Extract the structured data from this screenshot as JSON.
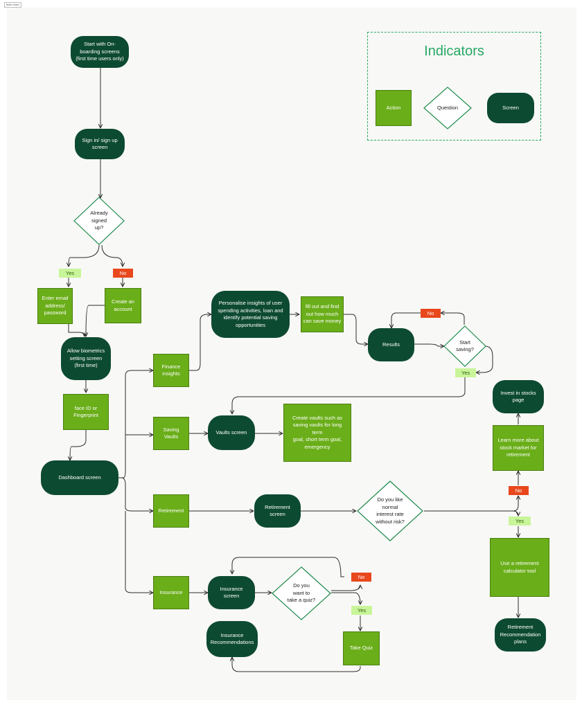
{
  "frame_label": "Main chart",
  "legend": {
    "title": "Indicators",
    "action": "Action",
    "question": "Question",
    "screen": "Screen"
  },
  "nodes": {
    "onboarding": "Start with On-\nboarding screens\n(first time users only)",
    "signin": "Sign in/ sign up\nscreen",
    "already_signed_up": "Already\nsigned\nup?",
    "yes_1": "Yes",
    "no_1": "No",
    "enter_email": "Enter email\naddress/\npassword",
    "create_account": "Create an\naccount",
    "biometrics": "Allow biometrics\nsetting screen\n(first time)",
    "face_id": "face ID or\nFingerprint",
    "dashboard": "Dashboard screen",
    "finance_insights": "Finance\ninsights",
    "personalise": "Personalise insights of user\nspending activities, loan and\nidentify potential saving\nopportunities",
    "fill_out": "fill out and find\nout how much\ncan save money",
    "results": "Results",
    "start_saving": "Start\nsaving?",
    "no_2": "No",
    "yes_2": "Yes",
    "saving_vaults": "Saving\nVaults",
    "vaults_screen": "Vaults screen",
    "create_vaults": "Create vaults such as\nsaving vaults for long term\ngoal, short term goal,\nemergency",
    "invest_stocks": "Invest in stocks\npage",
    "learn_more": "Learn more about\nstock market for\nretirement",
    "retirement": "Retirement",
    "retirement_screen": "Retirement\nscreen",
    "normal_interest": "Do you like\nnormal\ninterest rate\nwithout risk?",
    "no_3": "No",
    "yes_3": "Yes",
    "retirement_calculator": "Use a retirement\ncalculator tool",
    "retirement_plans": "Retirement\nRecommendation\nplans",
    "insurance": "Insurance",
    "insurance_screen": "Insurance screen",
    "take_quiz_q": "Do you\nwant to\ntake a quiz?",
    "no_4": "No",
    "yes_4": "Yes",
    "take_quiz": "Take Quiz",
    "insurance_recommendations": "Insurance\nRecommendations"
  },
  "colors": {
    "screen": "#0d4a32",
    "action": "#6aae19",
    "question_stroke": "#1e8a4c",
    "legend_accent": "#27a864",
    "yes_tag": "#c9f59a",
    "no_tag": "#e8481c",
    "connector": "#2b2b2b"
  }
}
